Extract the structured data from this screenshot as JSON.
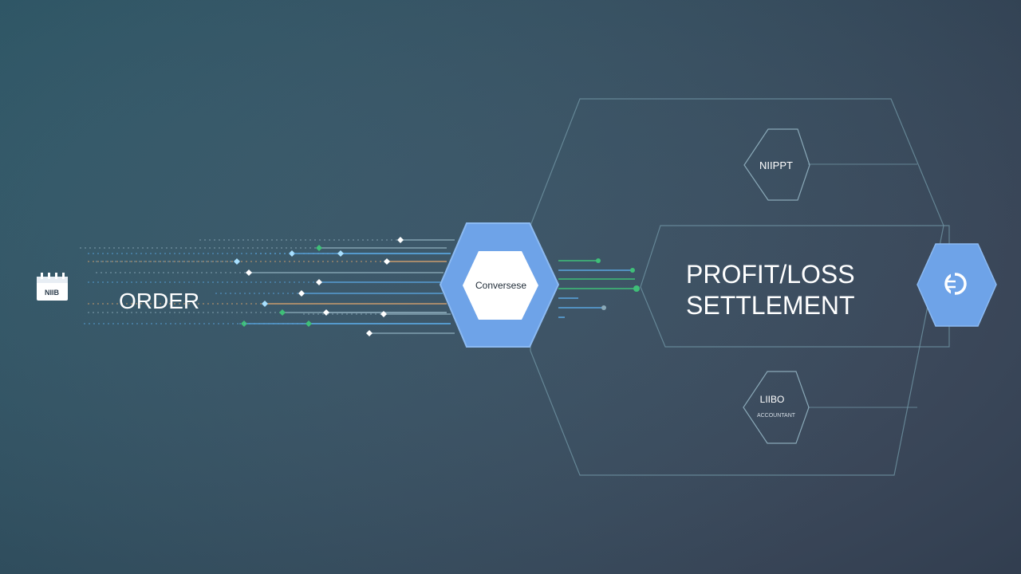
{
  "colors": {
    "background_left": "#2f5a6b",
    "background_right": "#36465a",
    "hex_fill": "#6ea3e8",
    "hex_stroke": "#8cbaf2",
    "inner_fill": "#ffffff",
    "outline": "#6f93a3",
    "line_blue": "#5aa6e0",
    "line_green": "#3fbf78",
    "line_orange": "#d9a36e",
    "text_light": "#ffffff",
    "text_dark": "#1e2a36"
  },
  "order": {
    "icon": "calendar-icon",
    "icon_label": "NIIB",
    "label": "ORDER"
  },
  "center_node": {
    "label": "Conversese"
  },
  "settlement": {
    "line1": "PROFIT/LOSS",
    "line2": "SETTLEMENT",
    "icon": "currency-icon"
  },
  "top_node": {
    "label": "NIIPPT"
  },
  "bottom_node": {
    "label": "LIIBO",
    "sublabel": "ACCOUNTANT"
  }
}
